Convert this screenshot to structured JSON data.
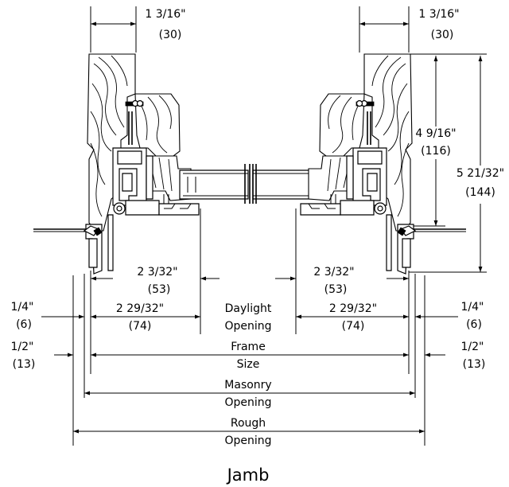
{
  "dimensions": {
    "frame_depth_left": {
      "imperial": "1 3/16\"",
      "metric": "(30)"
    },
    "frame_depth_right": {
      "imperial": "1 3/16\"",
      "metric": "(30)"
    },
    "wall_depth_inner": {
      "imperial": "4 9/16\"",
      "metric": "(116)"
    },
    "wall_depth_total": {
      "imperial": "5 21/32\"",
      "metric": "(144)"
    },
    "sash_left": {
      "imperial": "2 3/32\"",
      "metric": "(53)"
    },
    "sash_right": {
      "imperial": "2 3/32\"",
      "metric": "(53)"
    },
    "frame_left": {
      "imperial": "2 29/32\"",
      "metric": "(74)"
    },
    "frame_right": {
      "imperial": "2 29/32\"",
      "metric": "(74)"
    },
    "shim_left": {
      "imperial": "1/4\"",
      "metric": "(6)"
    },
    "shim_right": {
      "imperial": "1/4\"",
      "metric": "(6)"
    },
    "gap_left": {
      "imperial": "1/2\"",
      "metric": "(13)"
    },
    "gap_right": {
      "imperial": "1/2\"",
      "metric": "(13)"
    }
  },
  "labels": {
    "daylight_1": "Daylight",
    "daylight_2": "Opening",
    "frame_1": "Frame",
    "frame_2": "Size",
    "masonry_1": "Masonry",
    "masonry_2": "Opening",
    "rough_1": "Rough",
    "rough_2": "Opening"
  },
  "caption": "Jamb"
}
